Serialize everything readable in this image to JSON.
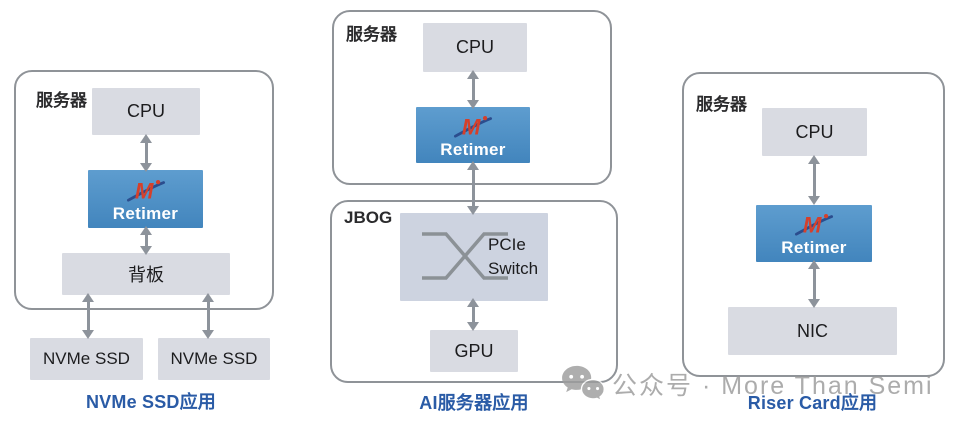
{
  "panels": [
    {
      "id": "nvme-ssd",
      "caption": "NVMe SSD应用",
      "server_label": "服务器",
      "nodes": {
        "cpu": "CPU",
        "retimer": "Retimer",
        "backplane": "背板",
        "ssd_left": "NVMe SSD",
        "ssd_right": "NVMe SSD"
      },
      "connections": [
        "CPU↔Retimer",
        "Retimer↔背板",
        "背板↔NVMe SSD",
        "背板↔NVMe SSD"
      ]
    },
    {
      "id": "ai-server",
      "caption": "AI服务器应用",
      "server_label": "服务器",
      "enclosure_label": "JBOG",
      "nodes": {
        "cpu": "CPU",
        "retimer": "Retimer",
        "switch": "PCIe Switch",
        "gpu": "GPU"
      },
      "connections": [
        "CPU↔Retimer",
        "Retimer↔PCIe Switch",
        "PCIe Switch↔GPU"
      ]
    },
    {
      "id": "riser-card",
      "caption": "Riser Card应用",
      "server_label": "服务器",
      "nodes": {
        "cpu": "CPU",
        "retimer": "Retimer",
        "nic": "NIC"
      },
      "connections": [
        "CPU↔Retimer",
        "Retimer↔NIC"
      ]
    }
  ],
  "watermark": {
    "icon": "wechat-icon",
    "text": "公众号 · More Than Semi"
  },
  "colors": {
    "retimer_blue": "#4a8ec6",
    "caption_blue": "#2a5ba6",
    "node_gray": "#d9dbe2",
    "switch_gray": "#cdd3e0",
    "frame_border": "#8f9398",
    "arrow_gray": "#8d939b",
    "logo_red": "#d5402b",
    "logo_navy": "#2b4d8e",
    "watermark_gray": "#9a9a9a"
  }
}
